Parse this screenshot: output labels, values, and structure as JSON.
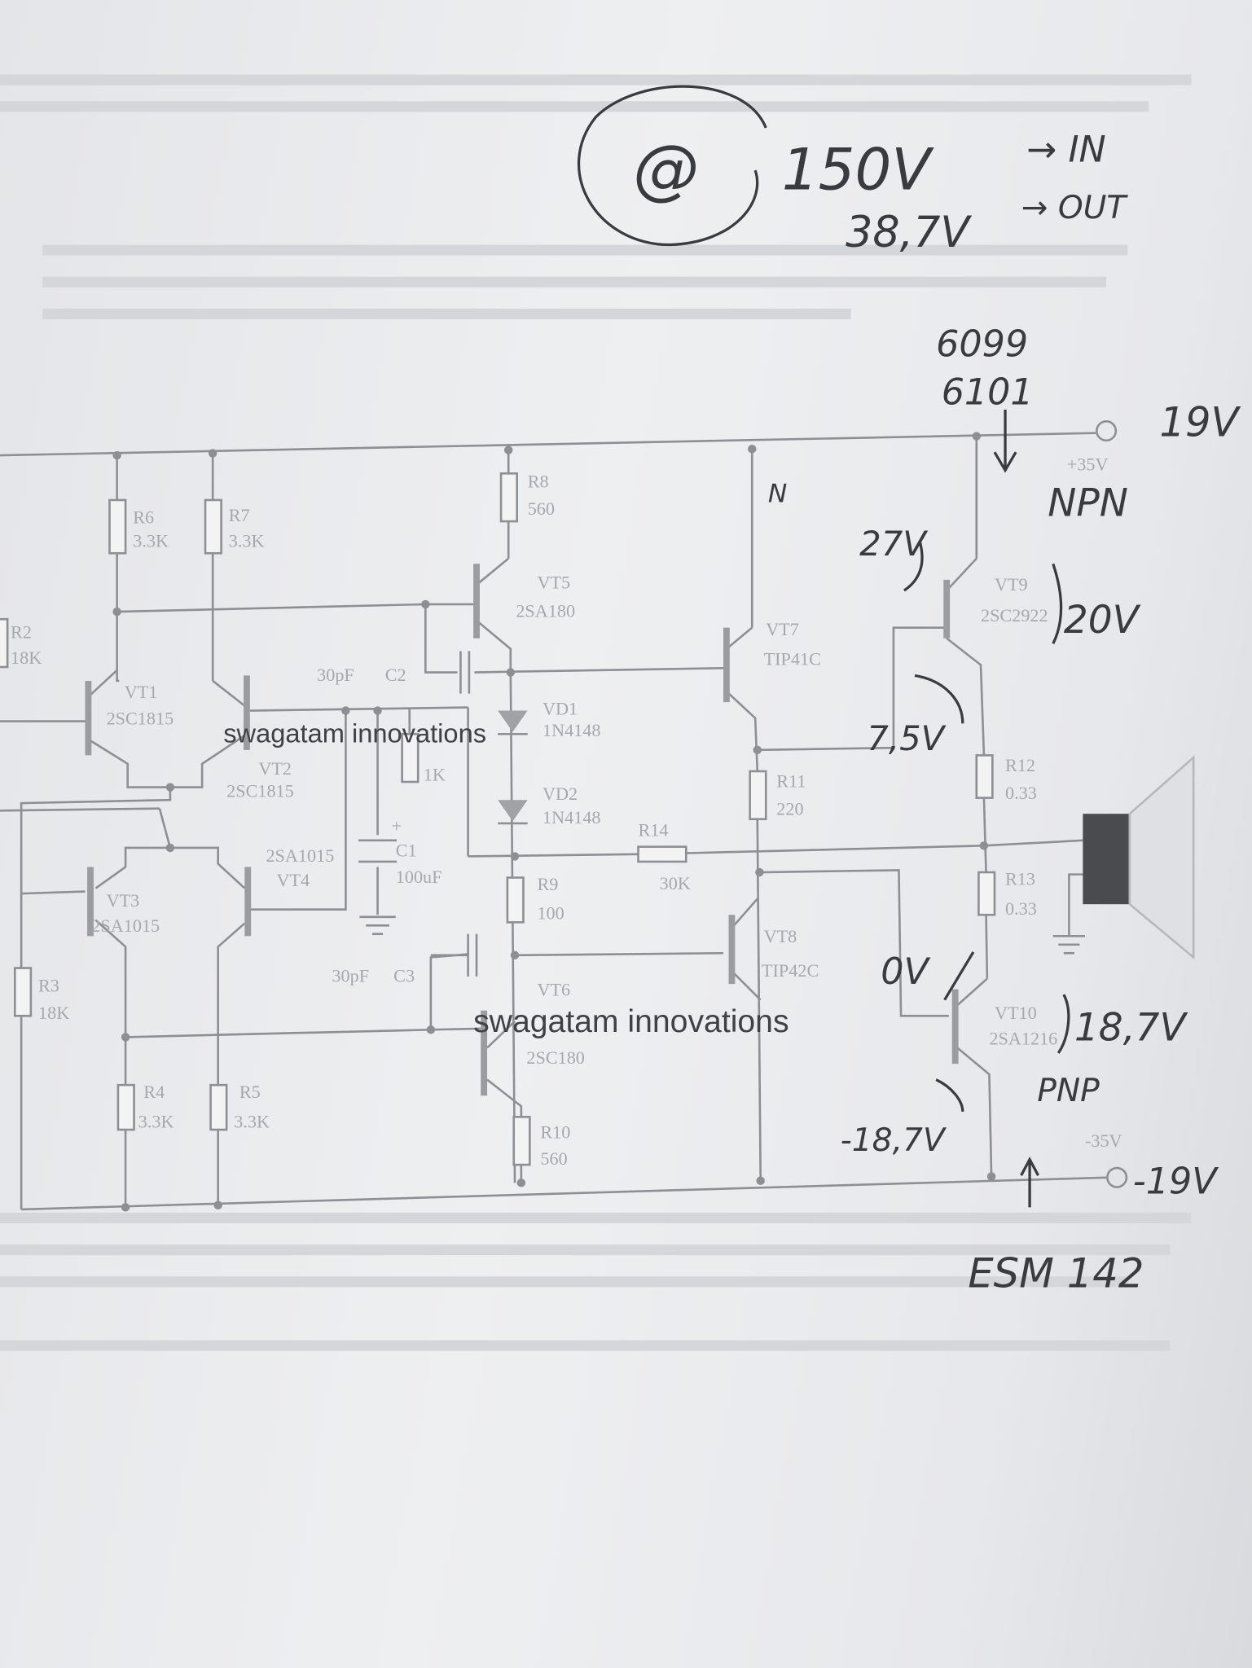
{
  "schematic": {
    "supply_positive": "+35V",
    "supply_negative": "-35V",
    "watermark": "swagatam innovations",
    "components": [
      {
        "ref": "R6",
        "value": "3.3K"
      },
      {
        "ref": "R7",
        "value": "3.3K"
      },
      {
        "ref": "R2",
        "value": "18K"
      },
      {
        "ref": "VT1",
        "value": "2SC1815"
      },
      {
        "ref": "VT2",
        "value": "2SC1815"
      },
      {
        "ref": "VT5",
        "value": "2SA180"
      },
      {
        "ref": "R8",
        "value": "560"
      },
      {
        "ref": "C2",
        "value": "30pF"
      },
      {
        "ref": "VD1",
        "value": "1N4148"
      },
      {
        "ref": "",
        "value": "1K"
      },
      {
        "ref": "VD2",
        "value": "1N4148"
      },
      {
        "ref": "C1",
        "value": "100uF"
      },
      {
        "ref": "R14",
        "value": "30K"
      },
      {
        "ref": "R9",
        "value": "100"
      },
      {
        "ref": "VT7",
        "value": "TIP41C"
      },
      {
        "ref": "R11",
        "value": "220"
      },
      {
        "ref": "VT9",
        "value": "2SC2922"
      },
      {
        "ref": "R12",
        "value": "0.33"
      },
      {
        "ref": "R13",
        "value": "0.33"
      },
      {
        "ref": "VT3",
        "value": "2SA1015"
      },
      {
        "ref": "VT4",
        "value": "2SA1015"
      },
      {
        "ref": "R3",
        "value": "18K"
      },
      {
        "ref": "VT8",
        "value": "TIP42C"
      },
      {
        "ref": "C3",
        "value": "30pF"
      },
      {
        "ref": "VT6",
        "value": "2SC180"
      },
      {
        "ref": "VT10",
        "value": "2SA1216"
      },
      {
        "ref": "R4",
        "value": "3.3K"
      },
      {
        "ref": "R5",
        "value": "3.3K"
      },
      {
        "ref": "R10",
        "value": "560"
      }
    ]
  },
  "handwritten_notes": {
    "at_sign": "@",
    "input_voltage": "150V",
    "input_label": "→ IN",
    "output_voltage": "38,7V",
    "output_label": "→ OUT",
    "part_1": "6099",
    "part_2": "6101",
    "positive_rail": "19V",
    "npn_label": "NPN",
    "n_label": "N",
    "vt9_base": "27V",
    "vt9_emitter": "20V",
    "vt9_be": "7,5V",
    "vt10_top": "0V",
    "vt10_right": "18,7V",
    "pnp_label": "PNP",
    "vt10_bottom": "-18,7V",
    "negative_rail": "-19V",
    "footer_note": "ESM 142"
  }
}
